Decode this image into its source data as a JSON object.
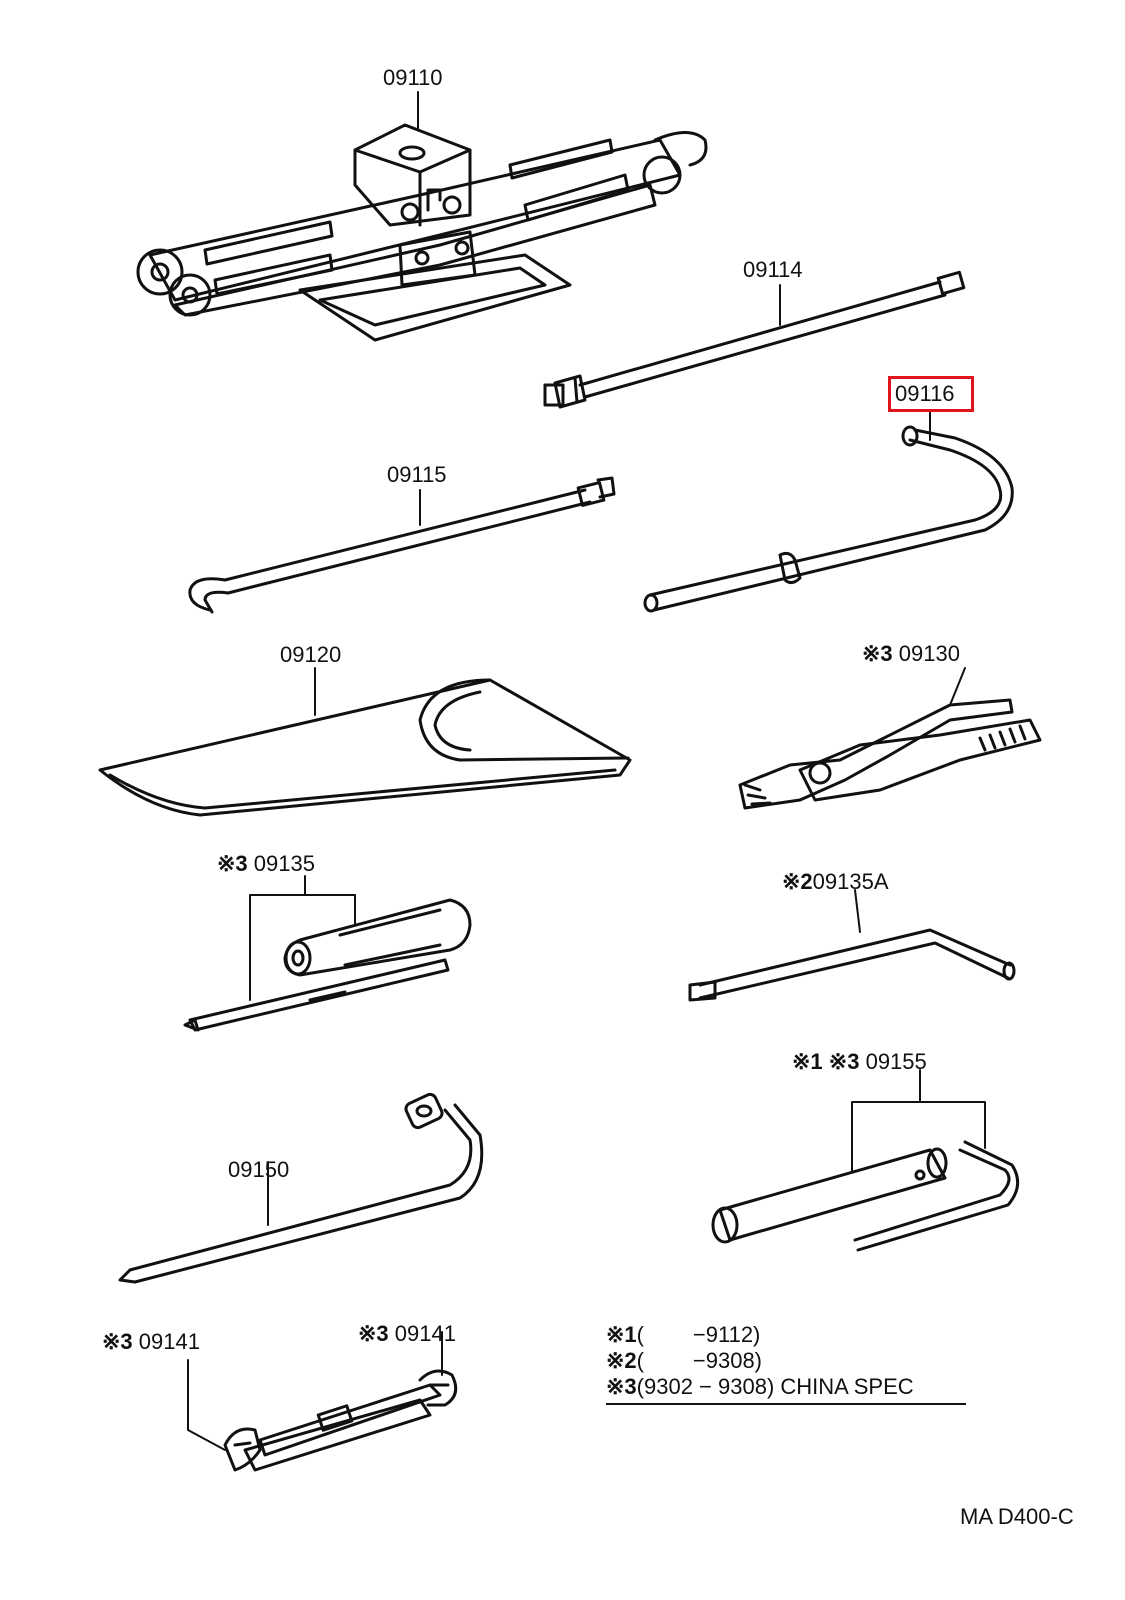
{
  "parts": [
    {
      "id": "jack",
      "prefix": "",
      "number": "09110"
    },
    {
      "id": "jack-handle-extension",
      "prefix": "",
      "number": "09114"
    },
    {
      "id": "wheel-nut-wrench",
      "prefix": "",
      "number": "09116",
      "highlighted": true
    },
    {
      "id": "jack-handle",
      "prefix": "",
      "number": "09115"
    },
    {
      "id": "tool-bag",
      "prefix": "",
      "number": "09120"
    },
    {
      "id": "pliers",
      "prefix": "※3",
      "number": "09130"
    },
    {
      "id": "screwdriver",
      "prefix": "※3",
      "number": "09135"
    },
    {
      "id": "bar",
      "prefix": "※2",
      "number": "09135A"
    },
    {
      "id": "spark-plug-wrench",
      "prefix": "※1 ※3",
      "number": "09155"
    },
    {
      "id": "lug-wrench",
      "prefix": "",
      "number": "09150"
    },
    {
      "id": "open-end-wrench-left",
      "prefix": "※3",
      "number": "09141"
    },
    {
      "id": "open-end-wrench-right",
      "prefix": "※3",
      "number": "09141"
    }
  ],
  "highlight_color": "#e0141c",
  "legend": [
    {
      "mark": "※1",
      "text": "(        −9112)"
    },
    {
      "mark": "※2",
      "text": "(        −9308)"
    },
    {
      "mark": "※3",
      "text": "(9302 − 9308) CHINA SPEC"
    }
  ],
  "diagram_code": "MA D400-C"
}
